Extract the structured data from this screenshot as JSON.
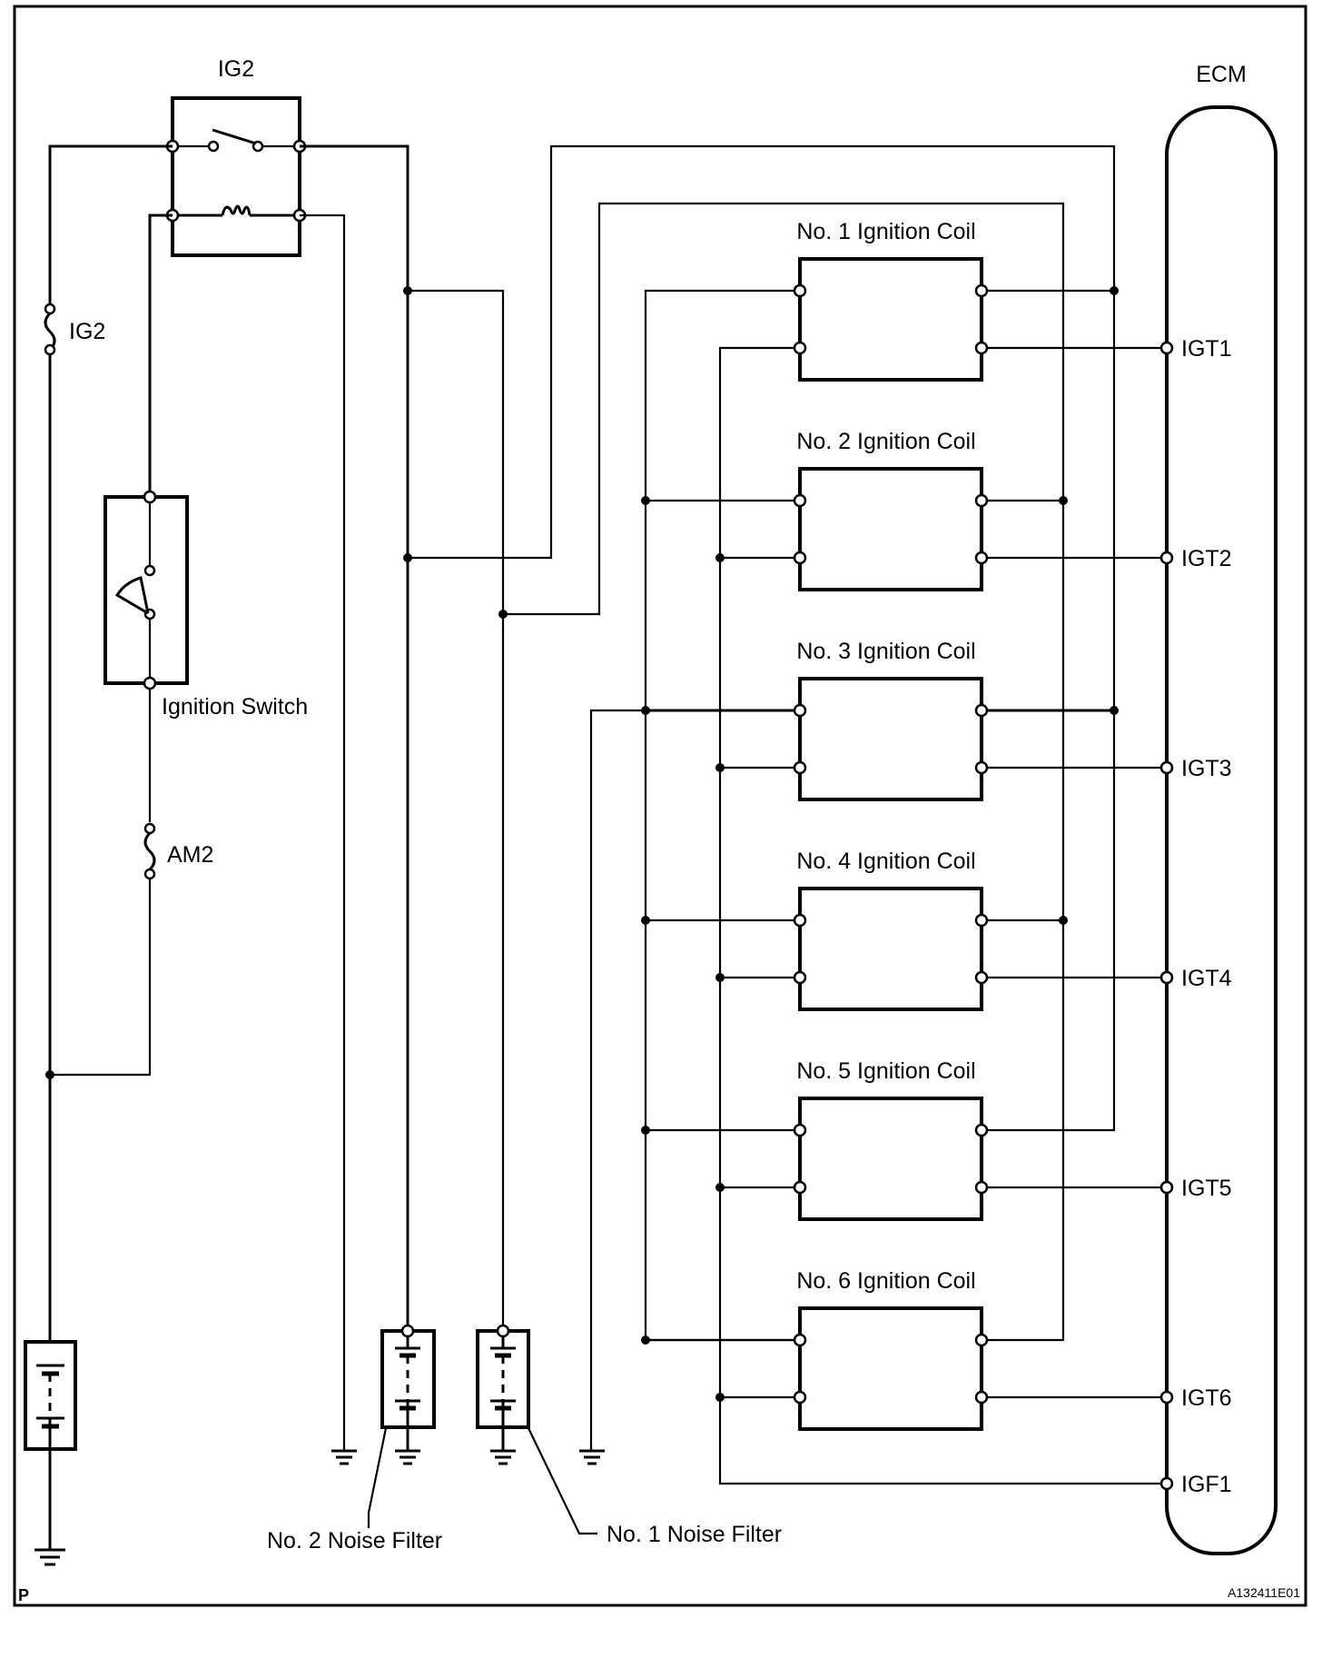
{
  "diagram": {
    "figure_id": "A132411E01",
    "corner_mark": "P",
    "relay": {
      "label": "IG2"
    },
    "fuses": [
      {
        "id": "ig2-fuse",
        "label": "IG2"
      },
      {
        "id": "am2-fuse",
        "label": "AM2"
      }
    ],
    "ignition_switch": {
      "label": "Ignition Switch"
    },
    "ecm": {
      "label": "ECM",
      "terminals": [
        "IGT1",
        "IGT2",
        "IGT3",
        "IGT4",
        "IGT5",
        "IGT6",
        "IGF1"
      ]
    },
    "coils": [
      {
        "label": "No. 1 Ignition Coil"
      },
      {
        "label": "No. 2 Ignition Coil"
      },
      {
        "label": "No. 3 Ignition Coil"
      },
      {
        "label": "No. 4 Ignition Coil"
      },
      {
        "label": "No. 5 Ignition Coil"
      },
      {
        "label": "No. 6 Ignition Coil"
      }
    ],
    "noise_filters": [
      {
        "label": "No. 2 Noise Filter"
      },
      {
        "label": "No. 1 Noise Filter"
      }
    ]
  }
}
